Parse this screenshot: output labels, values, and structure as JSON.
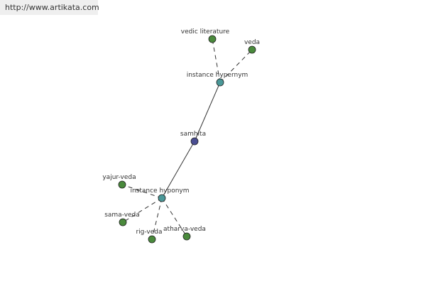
{
  "banner": {
    "url": "http://www.artikata.com",
    "background": "#efefef"
  },
  "graph": {
    "colors": {
      "center": "#4a4e92",
      "relation": "#4a9898",
      "leaf": "#4a8a3c",
      "edge": "#333333",
      "label": "#333333"
    },
    "nodes": [
      {
        "id": "samhita",
        "label": "samhita",
        "kind": "center"
      },
      {
        "id": "hypernym",
        "label": "instance hypernym",
        "kind": "relation"
      },
      {
        "id": "hyponym",
        "label": "instance hyponym",
        "kind": "relation"
      },
      {
        "id": "vedic",
        "label": "vedic literature",
        "kind": "leaf"
      },
      {
        "id": "veda",
        "label": "veda",
        "kind": "leaf"
      },
      {
        "id": "yajur",
        "label": "yajur-veda",
        "kind": "leaf"
      },
      {
        "id": "sama",
        "label": "sama-veda",
        "kind": "leaf"
      },
      {
        "id": "rig",
        "label": "rig-veda",
        "kind": "leaf"
      },
      {
        "id": "atharva",
        "label": "atharva-veda",
        "kind": "leaf"
      }
    ],
    "edges": [
      {
        "from": "samhita",
        "to": "hypernym",
        "style": "solid"
      },
      {
        "from": "samhita",
        "to": "hyponym",
        "style": "solid"
      },
      {
        "from": "hypernym",
        "to": "vedic",
        "style": "dashed"
      },
      {
        "from": "hypernym",
        "to": "veda",
        "style": "dashed"
      },
      {
        "from": "hyponym",
        "to": "yajur",
        "style": "dashed"
      },
      {
        "from": "hyponym",
        "to": "sama",
        "style": "dashed"
      },
      {
        "from": "hyponym",
        "to": "rig",
        "style": "dashed"
      },
      {
        "from": "hyponym",
        "to": "atharva",
        "style": "dashed"
      }
    ]
  }
}
